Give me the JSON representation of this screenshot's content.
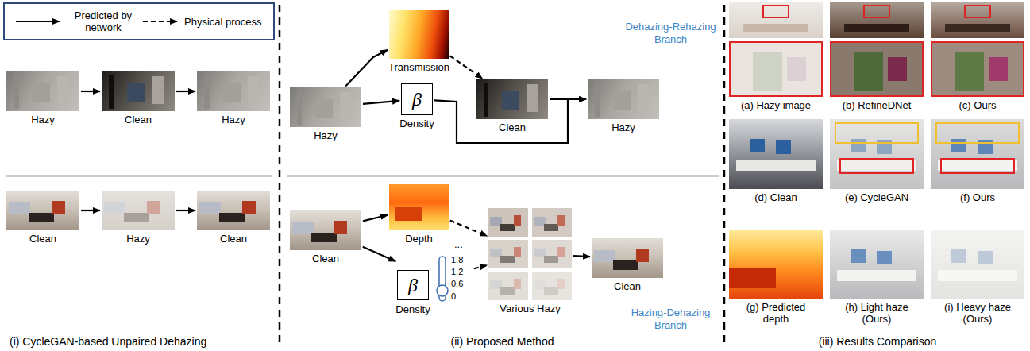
{
  "diagram": {
    "nodes": [
      {
        "text": [
          "Hazy"
        ]
      },
      {
        "text": [
          "Clean"
        ]
      },
      {
        "text": [
          "Hazy"
        ]
      },
      {
        "text": [
          "Clean"
        ]
      },
      {
        "text": [
          "Hazy"
        ]
      },
      {
        "text": [
          "Clean"
        ]
      },
      {
        "text": [
          "Hazy"
        ]
      },
      {
        "text": [
          "Transmission"
        ]
      },
      {
        "text": [
          "β",
          "Density"
        ]
      },
      {
        "text": [
          "Clean"
        ]
      },
      {
        "text": [
          "Hazy"
        ]
      },
      {
        "text": [
          "Clean"
        ]
      },
      {
        "text": [
          "Depth"
        ]
      },
      {
        "text": [
          "β",
          "Density"
        ]
      },
      {
        "text": [
          "Various Hazy"
        ]
      },
      {
        "text": [
          "Clean"
        ]
      },
      {
        "text": [
          "(a) Hazy image"
        ]
      },
      {
        "text": [
          "(b) RefineDNet"
        ]
      },
      {
        "text": [
          "(c) Ours"
        ]
      },
      {
        "text": [
          "(d) Clean"
        ]
      },
      {
        "text": [
          "(e) CycleGAN"
        ]
      },
      {
        "text": [
          "(f) Ours"
        ]
      },
      {
        "text": [
          "(g) Predicted depth"
        ]
      },
      {
        "text": [
          "(h) Light haze (Ours)"
        ]
      },
      {
        "text": [
          "(i) Heavy haze (Ours)"
        ]
      }
    ],
    "edges": [
      {
        "from": 0,
        "to": 1,
        "arrow": "to"
      },
      {
        "from": 1,
        "to": 2,
        "arrow": "to"
      },
      {
        "from": 3,
        "to": 4,
        "arrow": "to"
      },
      {
        "from": 4,
        "to": 5,
        "arrow": "to"
      },
      {
        "from": 6,
        "to": 7,
        "arrow": "to"
      },
      {
        "from": 6,
        "to": 8,
        "arrow": "to"
      },
      {
        "from": 7,
        "to": 9,
        "arrow": "to"
      },
      {
        "from": 9,
        "to": 10,
        "arrow": "to"
      },
      {
        "from": 8,
        "to": 10,
        "arrow": "to"
      },
      {
        "from": 11,
        "to": 12,
        "arrow": "to"
      },
      {
        "from": 11,
        "to": 13,
        "arrow": "to"
      },
      {
        "from": 12,
        "to": 14,
        "arrow": "to"
      },
      {
        "from": 13,
        "to": 14,
        "arrow": "to"
      },
      {
        "from": 14,
        "to": 15,
        "arrow": "to"
      }
    ],
    "labels": [
      "Dehazing-Rehazing Branch",
      "Hazing-Dehazing Branch",
      "...",
      "1.8",
      "1.2",
      "0.6",
      "0",
      "(i) CycleGAN-based Unpaired Dehazing",
      "(ii) Proposed Method",
      "(iii) Results Comparison"
    ],
    "legend": [
      {
        "text": "Predicted by network"
      },
      {
        "text": "Physical process"
      }
    ]
  }
}
